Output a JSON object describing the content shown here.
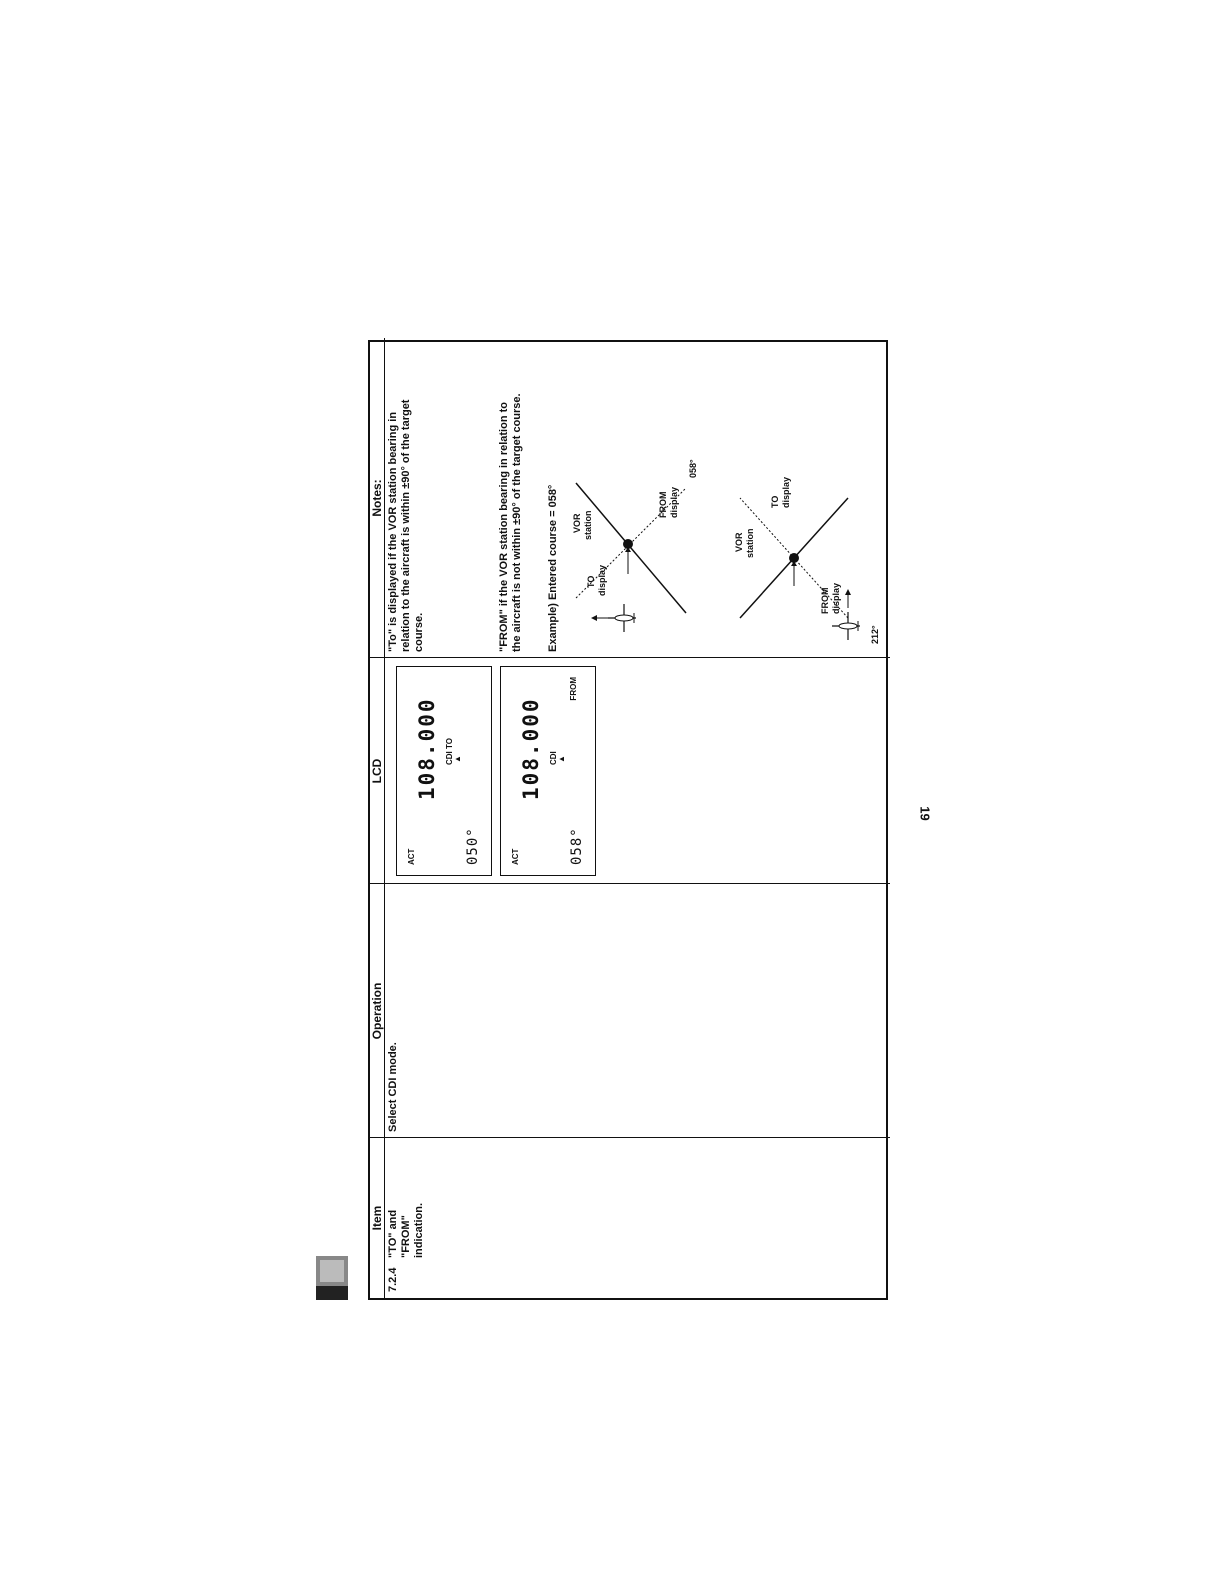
{
  "headers": {
    "item": "Item",
    "operation": "Operation",
    "lcd": "LCD",
    "notes": "Notes:"
  },
  "row": {
    "item_number": "7.2.4",
    "item_title": [
      "\"TO\" and",
      "\"FROM\"",
      "indication."
    ],
    "operation": "Select CDI mode.",
    "lcd_displays": [
      {
        "act": "ACT",
        "frequency": "108.000",
        "mode": "CDI TO",
        "pointer": "▲",
        "course": "050°",
        "flag": ""
      },
      {
        "act": "ACT",
        "frequency": "108.000",
        "mode": "CDI",
        "pointer": "▲",
        "course": "058°",
        "flag": "FROM"
      }
    ],
    "notes": {
      "to_text": [
        "\"To\" is displayed if the VOR station bearing in",
        "relation to the aircraft is within ±90° of the target",
        "course."
      ],
      "from_text": [
        "\"FROM\" if the VOR station bearing in relation to",
        "the aircraft is not within ±90° of the target course."
      ],
      "example": "Example)  Entered course = 058°",
      "diagram1": {
        "vor": [
          "VOR",
          "station"
        ],
        "to": [
          "TO",
          "display"
        ],
        "from": [
          "FROM",
          "display"
        ],
        "course": "058°"
      },
      "diagram2": {
        "vor": [
          "VOR",
          "station"
        ],
        "to": [
          "TO",
          "display"
        ],
        "from": [
          "FROM",
          "display"
        ],
        "course": "212°"
      }
    }
  },
  "page_number": "19",
  "colors": {
    "ink": "#111111",
    "paper": "#ffffff"
  }
}
